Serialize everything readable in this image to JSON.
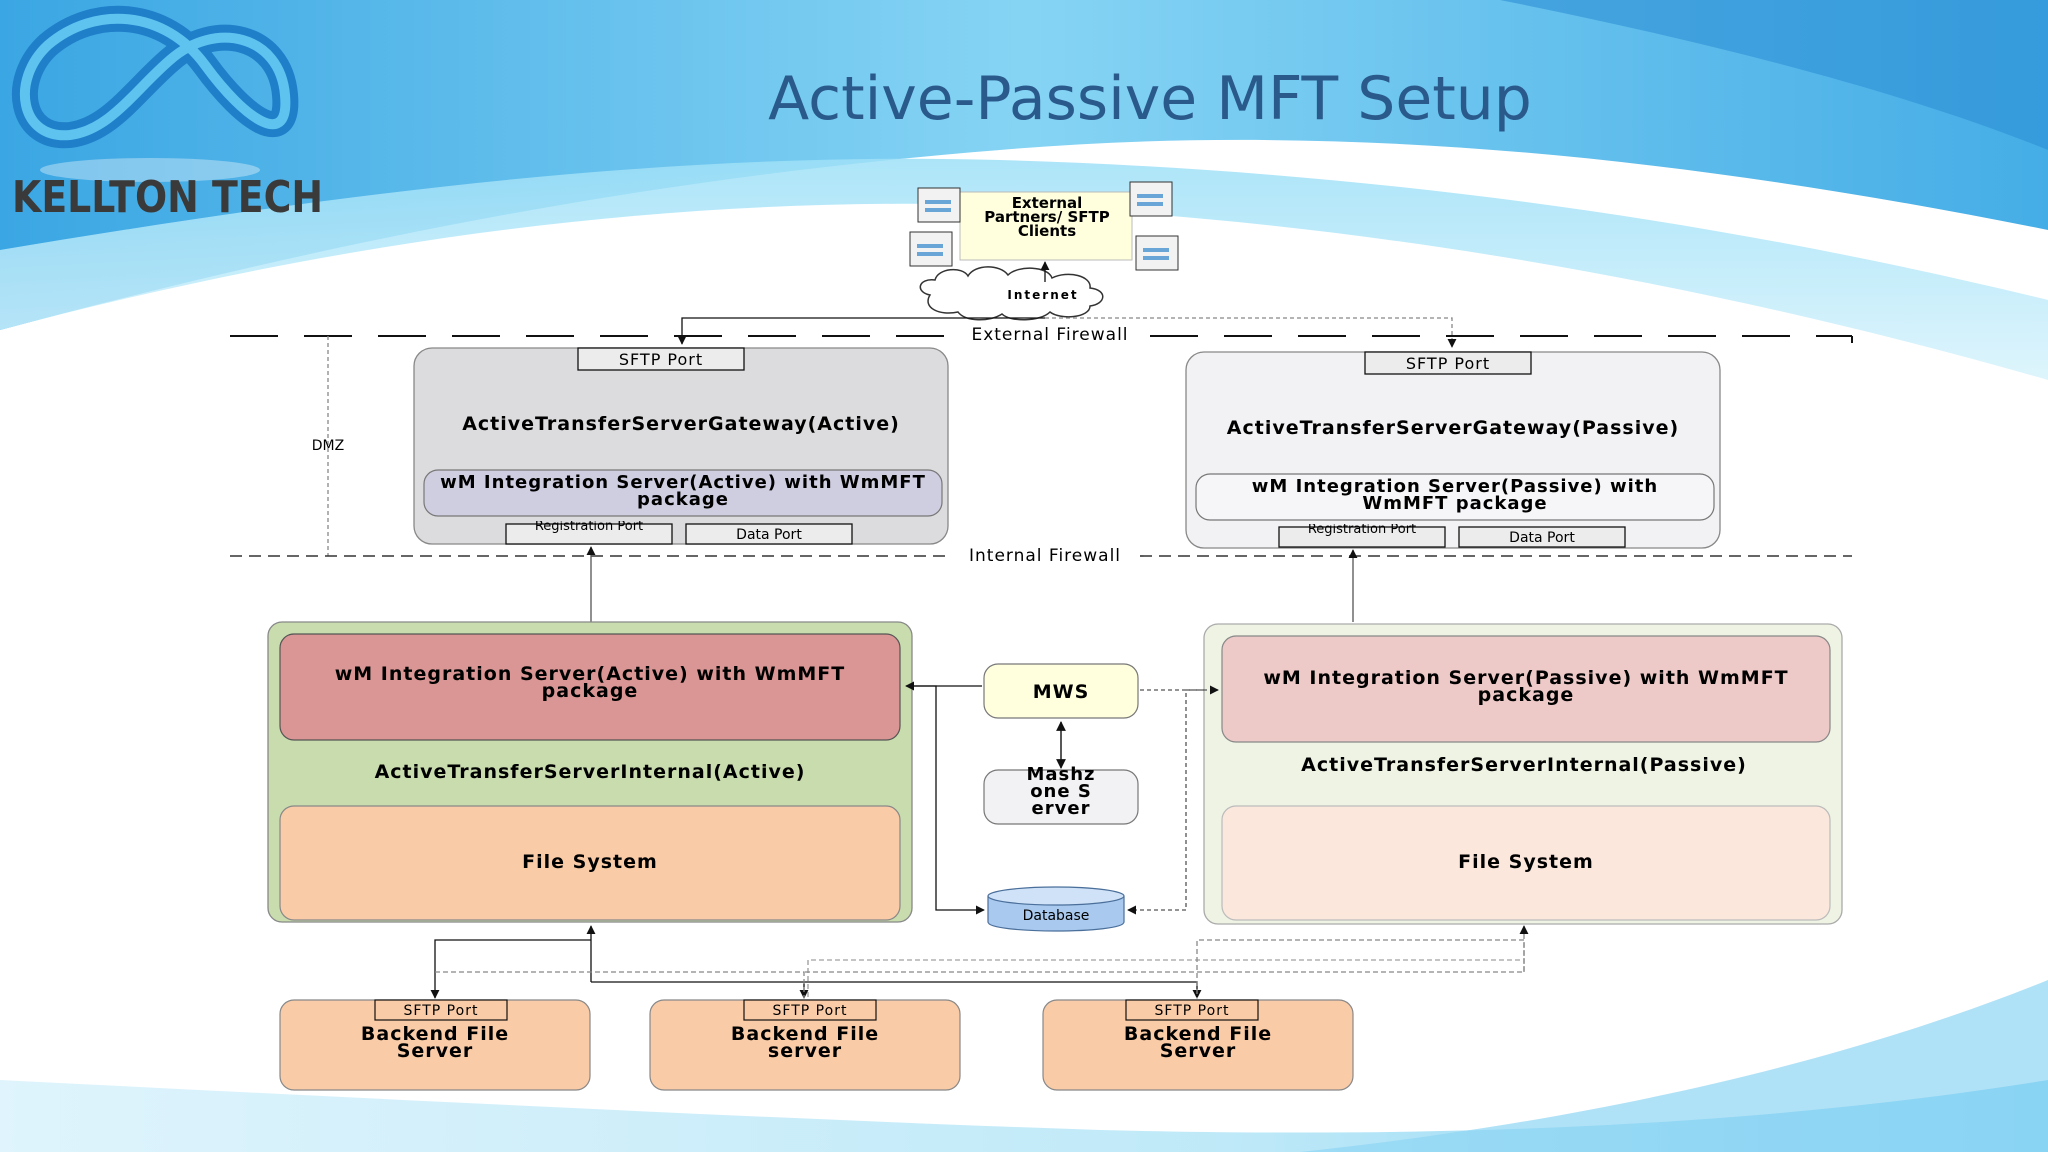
{
  "slide": {
    "title": "Active-Passive MFT Setup",
    "brand": "KELLTON TECH"
  },
  "diagram": {
    "external_partners": "External Partners/ SFTP Clients",
    "internet_label": "Internet",
    "external_firewall": "External Firewall",
    "internal_firewall": "Internal Firewall",
    "dmz_label": "DMZ",
    "gateway_active": {
      "sftp_port": "SFTP Port",
      "title": "ActiveTransferServerGateway(Active)",
      "is_label": "wM Integration Server(Active) with WmMFT package",
      "registration_port": "Registration Port",
      "data_port": "Data Port"
    },
    "gateway_passive": {
      "sftp_port": "SFTP Port",
      "title": "ActiveTransferServerGateway(Passive)",
      "is_label": "wM Integration Server(Passive) with WmMFT package",
      "registration_port": "Registration Port",
      "data_port": "Data Port"
    },
    "internal_active": {
      "is_label": "wM Integration Server(Active) with WmMFT package",
      "title": "ActiveTransferServerInternal(Active)",
      "file_system": "File System"
    },
    "internal_passive": {
      "is_label": "wM Integration Server(Passive) with WmMFT package",
      "title": "ActiveTransferServerInternal(Passive)",
      "file_system": "File System"
    },
    "mws": "MWS",
    "mashzone": "Mashzone Server",
    "database": "Database",
    "backends": [
      {
        "sftp_port": "SFTP Port",
        "label": "Backend File Server"
      },
      {
        "sftp_port": "SFTP Port",
        "label": "Backend File server"
      },
      {
        "sftp_port": "SFTP Port",
        "label": "Backend File Server"
      }
    ]
  },
  "colors": {
    "title": "#2a5a8c",
    "gateway_active_fill": "#dcdcde",
    "gateway_passive_fill": "#f2f2f4",
    "is_active_gateway_fill": "#cfcde0",
    "internal_active_outer": "#c9dcae",
    "internal_passive_outer": "#eef3e4",
    "is_internal_active": "#d99694",
    "is_internal_passive": "#edc9c7",
    "fs_active": "#f9cba7",
    "fs_passive": "#fbe7dc",
    "backend": "#f9cba7",
    "mws_fill": "#ffffde",
    "database_fill": "#a9c9ee"
  }
}
